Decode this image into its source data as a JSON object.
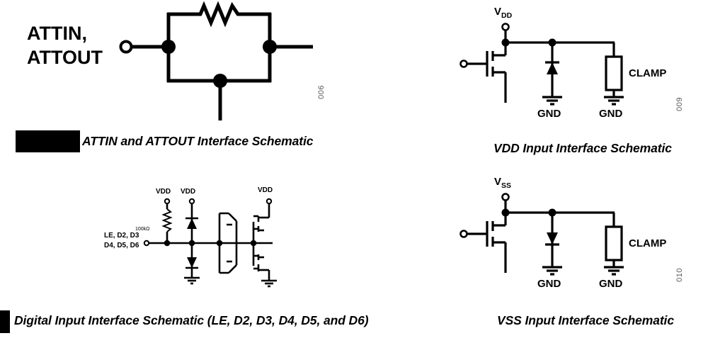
{
  "figures": [
    {
      "id": "attin-attout",
      "number": "006",
      "caption": "ATTIN and ATTOUT Interface Schematic",
      "redacted_label": true,
      "pin_label_lines": [
        "ATTIN,",
        "ATTOUT"
      ],
      "components": [
        "resistor",
        "junction-dot",
        "junction-dot",
        "junction-dot",
        "pin-terminal"
      ]
    },
    {
      "id": "vdd-input",
      "number": "009",
      "caption": "VDD Input Interface Schematic",
      "redacted_label": false,
      "supply_label": "V",
      "supply_sub": "DD",
      "clamp_label": "CLAMP",
      "gnd_labels": [
        "GND",
        "GND"
      ],
      "components": [
        "mosfet",
        "diode-up",
        "clamp-box",
        "ground",
        "ground",
        "pin-terminal"
      ]
    },
    {
      "id": "digital-input",
      "number": "",
      "caption": "Digital Input Interface Schematic (LE, D2, D3, D4, D5, and D6)",
      "redacted_label": true,
      "pin_label_lines": [
        "LE, D2, D3",
        "D4, D5, D6"
      ],
      "resistor_value": "100kΩ",
      "vdd_labels": [
        "VDD",
        "VDD",
        "VDD"
      ],
      "components": [
        "resistor",
        "diode-up",
        "diode-down",
        "schmitt-buffer",
        "pmos",
        "nmos",
        "ground",
        "ground",
        "pin-terminal"
      ]
    },
    {
      "id": "vss-input",
      "number": "010",
      "caption": "VSS Input Interface Schematic",
      "redacted_label": false,
      "supply_label": "V",
      "supply_sub": "SS",
      "clamp_label": "CLAMP",
      "gnd_labels": [
        "GND",
        "GND"
      ],
      "components": [
        "mosfet",
        "diode-down",
        "clamp-box",
        "ground",
        "ground",
        "pin-terminal"
      ]
    }
  ],
  "colors": {
    "ink": "#000000",
    "background": "#ffffff",
    "figure_number": "#5a5a5a",
    "redaction": "#000000"
  }
}
